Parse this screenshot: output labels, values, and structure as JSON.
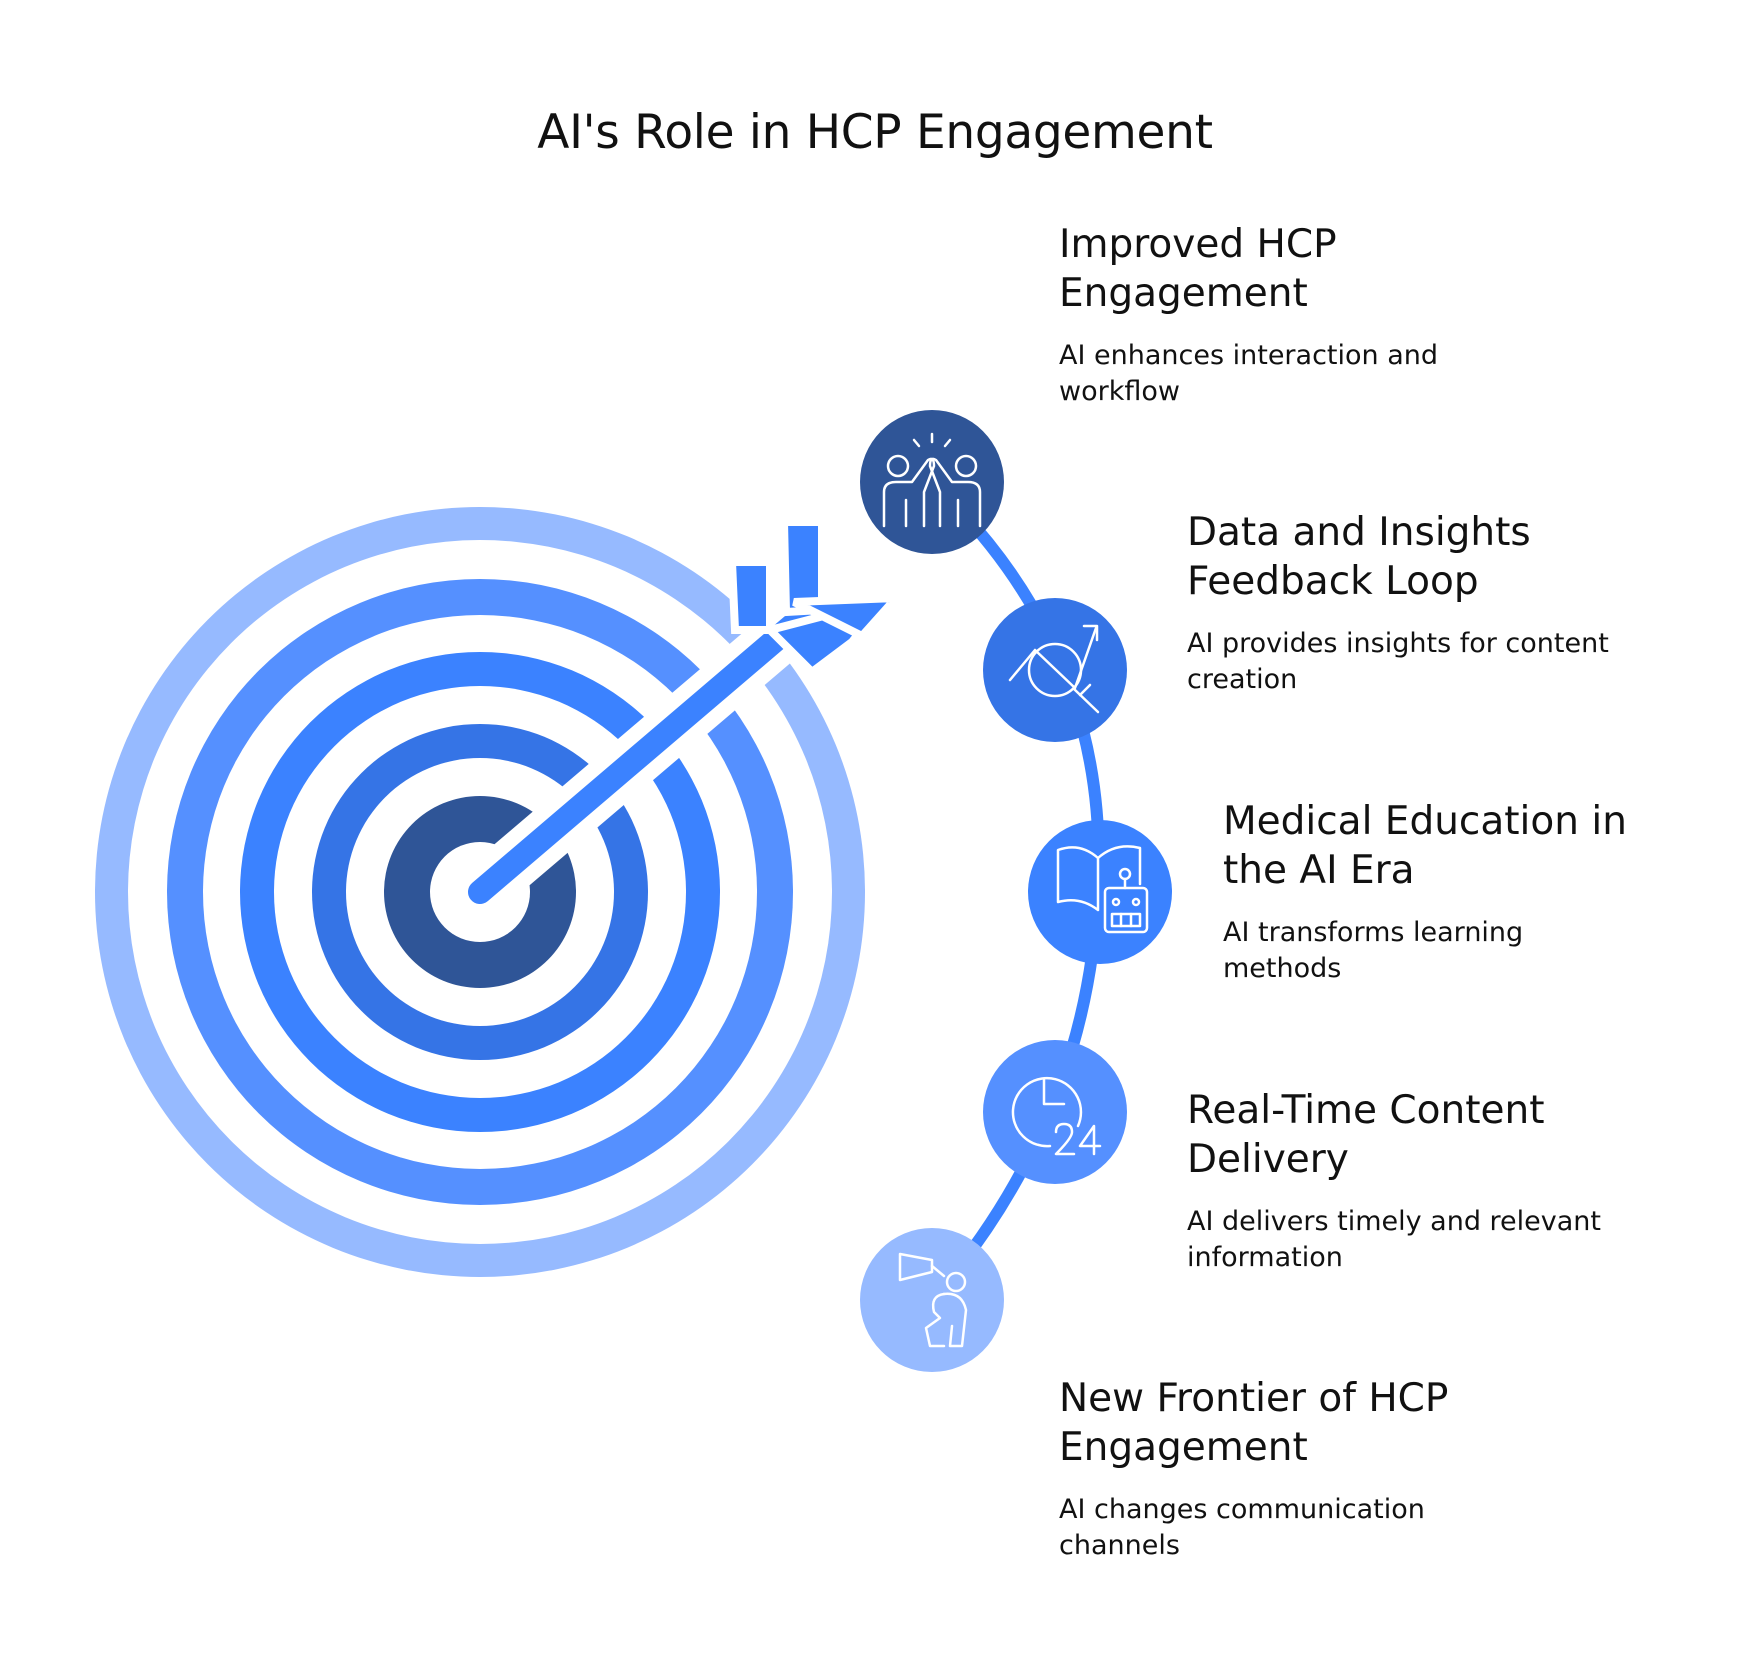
{
  "title": "AI's Role in HCP Engagement",
  "colors": {
    "darkest": "#2F5597",
    "dark": "#3574E6",
    "medium": "#3B82FF",
    "light": "#5590FF",
    "lightest": "#96BAFF",
    "text": "#111111",
    "background": "#FFFFFF"
  },
  "steps": [
    {
      "title_line1": "Improved HCP",
      "title_line2": "Engagement",
      "desc_line1": "AI enhances interaction and",
      "desc_line2": "workflow",
      "icon": "high-five-icon"
    },
    {
      "title_line1": "Data and Insights",
      "title_line2": "Feedback Loop",
      "desc_line1": "AI provides insights for content",
      "desc_line2": "creation",
      "icon": "chart-magnifier-icon"
    },
    {
      "title_line1": "Medical Education in",
      "title_line2": "the AI Era",
      "desc_line1": "AI transforms learning",
      "desc_line2": "methods",
      "icon": "book-robot-icon"
    },
    {
      "title_line1": "Real-Time Content",
      "title_line2": "Delivery",
      "desc_line1": "AI delivers timely and relevant",
      "desc_line2": "information",
      "icon": "clock-24-icon"
    },
    {
      "title_line1": "New Frontier of HCP",
      "title_line2": "Engagement",
      "desc_line1": "AI changes communication",
      "desc_line2": "channels",
      "icon": "megaphone-person-icon"
    }
  ]
}
